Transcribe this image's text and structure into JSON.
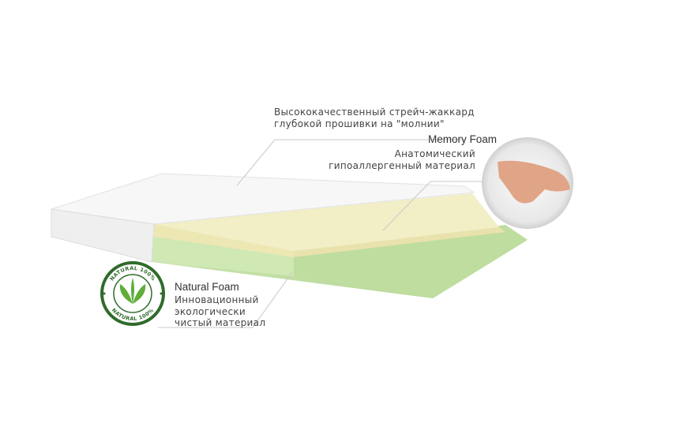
{
  "cover": {
    "text_line1": "Высококачественный стрейч-жаккард",
    "text_line2": "глубокой прошивки на \"молнии\""
  },
  "memory_foam": {
    "title": "Memory Foam",
    "line1": "Анатомический",
    "line2": "гипоаллергенный материал"
  },
  "natural_foam": {
    "title": "Natural Foam",
    "line1": "Инновационный",
    "line2": "экологически",
    "line3": "чистый материал"
  },
  "badge": {
    "top_text": "NATURAL 100%",
    "bottom_text": "NATURAL 100%"
  },
  "colors": {
    "green": "#c6e2a8",
    "yellow": "#f1edc2",
    "badge_green": "#2f6b2a",
    "text": "#444444"
  }
}
